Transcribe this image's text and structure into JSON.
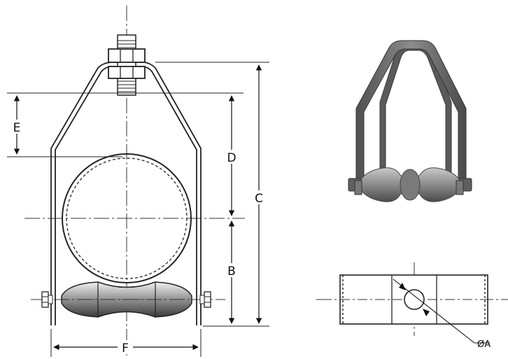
{
  "dimensions": {
    "a": "ØA",
    "b": "B",
    "c": "C",
    "d": "D",
    "e": "E",
    "f": "F"
  },
  "views": {
    "front": "front-elevation",
    "iso": "isometric-render",
    "top": "plan-view"
  },
  "colors": {
    "line": "#222222",
    "hanger_render": "#6f6f6f",
    "roller_render": "#8a8a8a"
  }
}
